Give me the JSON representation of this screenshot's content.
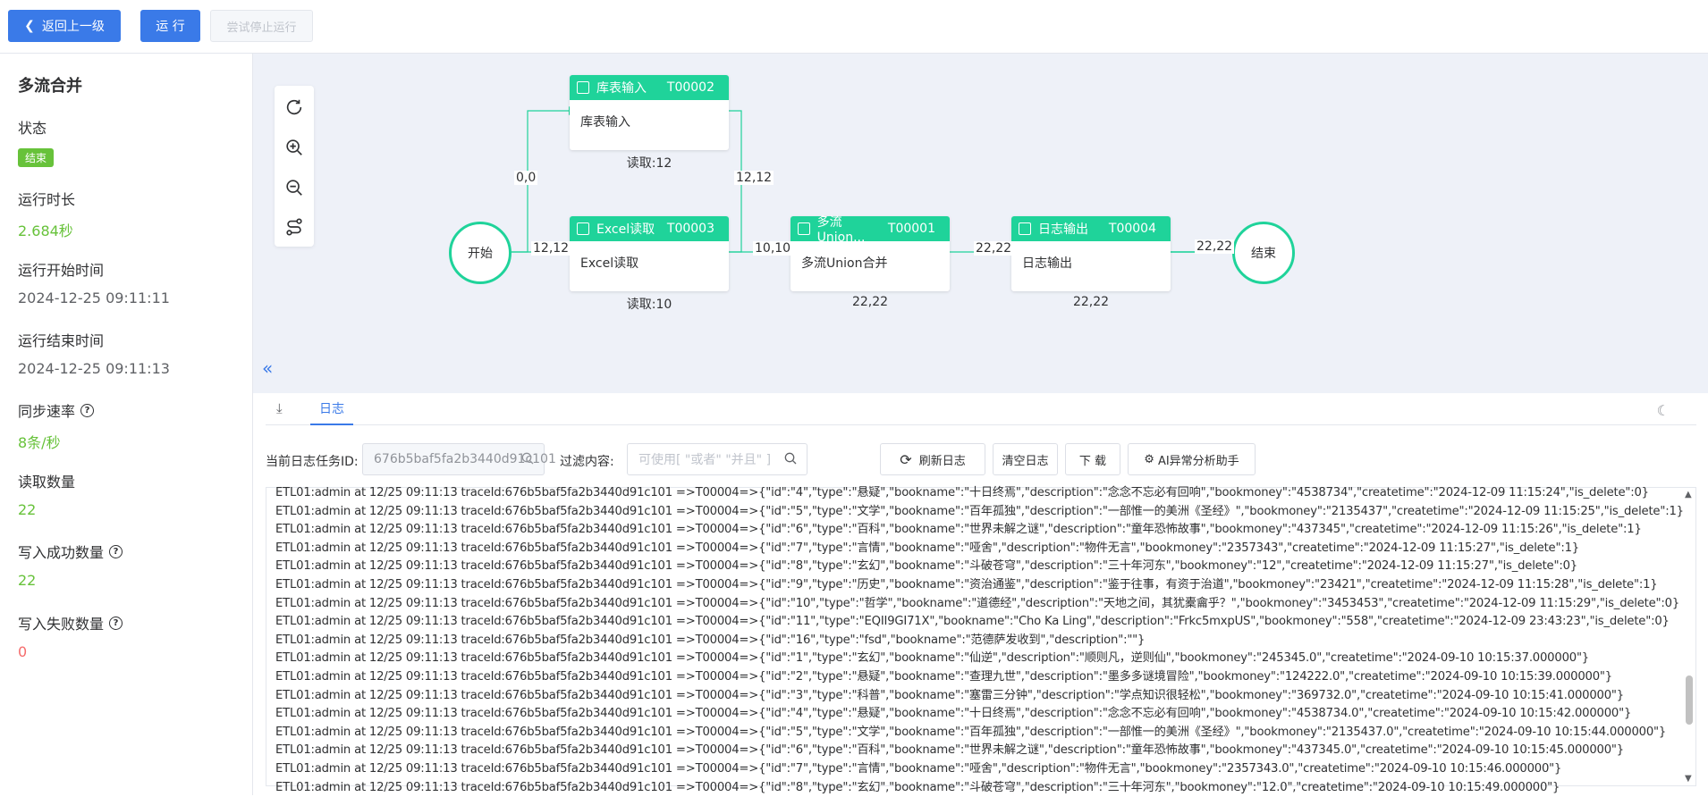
{
  "toolbar": {
    "back_label": "返回上一级",
    "run_label": "运 行",
    "stop_label": "尝试停止运行"
  },
  "sidebar": {
    "title": "多流合并",
    "status_label": "状态",
    "status_value": "结束",
    "duration_label": "运行时长",
    "duration_value": "2.684秒",
    "start_label": "运行开始时间",
    "start_value": "2024-12-25 09:11:11",
    "end_label": "运行结束时间",
    "end_value": "2024-12-25 09:11:13",
    "rate_label": "同步速率",
    "rate_value": "8条/秒",
    "read_label": "读取数量",
    "read_value": "22",
    "write_ok_label": "写入成功数量",
    "write_ok_value": "22",
    "write_fail_label": "写入失败数量",
    "write_fail_value": "0"
  },
  "flow": {
    "start": "开始",
    "end": "结束",
    "nodes": [
      {
        "title": "库表输入",
        "id": "T00002",
        "body": "库表输入",
        "foot": "读取:12"
      },
      {
        "title": "Excel读取",
        "id": "T00003",
        "body": "Excel读取",
        "foot": "读取:10"
      },
      {
        "title": "多流Union...",
        "id": "T00001",
        "body": "多流Union合并",
        "foot": "22,22"
      },
      {
        "title": "日志输出",
        "id": "T00004",
        "body": "日志输出",
        "foot": "22,22"
      }
    ],
    "edges": [
      "0,0",
      "12,12",
      "12,12",
      "10,10",
      "22,22",
      "22,22"
    ]
  },
  "log": {
    "tab_label": "日志",
    "task_id_label": "当前日志任务ID:",
    "task_id_value": "676b5baf5fa2b3440d91c101",
    "filter_label": "过滤内容:",
    "filter_placeholder": "可使用[ \"或者\" \"并且\" ]",
    "refresh_label": "刷新日志",
    "clear_label": "清空日志",
    "download_label": "下 载",
    "ai_label": "AI异常分析助手",
    "lines": [
      "ETL01:admin at 12/25 09:11:13 traceId:676b5baf5fa2b3440d91c101 =>T00004=>{\"id\":\"4\",\"type\":\"悬疑\",\"bookname\":\"十日终焉\",\"description\":\"念念不忘必有回响\",\"bookmoney\":\"4538734\",\"createtime\":\"2024-12-09 11:15:24\",\"is_delete\":0}",
      "ETL01:admin at 12/25 09:11:13 traceId:676b5baf5fa2b3440d91c101 =>T00004=>{\"id\":\"5\",\"type\":\"文学\",\"bookname\":\"百年孤独\",\"description\":\"一部惟一的美洲《圣经》\",\"bookmoney\":\"2135437\",\"createtime\":\"2024-12-09 11:15:25\",\"is_delete\":1}",
      "ETL01:admin at 12/25 09:11:13 traceId:676b5baf5fa2b3440d91c101 =>T00004=>{\"id\":\"6\",\"type\":\"百科\",\"bookname\":\"世界未解之谜\",\"description\":\"童年恐怖故事\",\"bookmoney\":\"437345\",\"createtime\":\"2024-12-09 11:15:26\",\"is_delete\":1}",
      "ETL01:admin at 12/25 09:11:13 traceId:676b5baf5fa2b3440d91c101 =>T00004=>{\"id\":\"7\",\"type\":\"言情\",\"bookname\":\"哑舍\",\"description\":\"物件无言\",\"bookmoney\":\"2357343\",\"createtime\":\"2024-12-09 11:15:27\",\"is_delete\":1}",
      "ETL01:admin at 12/25 09:11:13 traceId:676b5baf5fa2b3440d91c101 =>T00004=>{\"id\":\"8\",\"type\":\"玄幻\",\"bookname\":\"斗破苍穹\",\"description\":\"三十年河东\",\"bookmoney\":\"12\",\"createtime\":\"2024-12-09 11:15:27\",\"is_delete\":0}",
      "ETL01:admin at 12/25 09:11:13 traceId:676b5baf5fa2b3440d91c101 =>T00004=>{\"id\":\"9\",\"type\":\"历史\",\"bookname\":\"资治通鉴\",\"description\":\"鉴于往事，有资于治道\",\"bookmoney\":\"23421\",\"createtime\":\"2024-12-09 11:15:28\",\"is_delete\":1}",
      "ETL01:admin at 12/25 09:11:13 traceId:676b5baf5fa2b3440d91c101 =>T00004=>{\"id\":\"10\",\"type\":\"哲学\",\"bookname\":\"道德经\",\"description\":\"天地之间，其犹橐龠乎？\",\"bookmoney\":\"3453453\",\"createtime\":\"2024-12-09 11:15:29\",\"is_delete\":0}",
      "ETL01:admin at 12/25 09:11:13 traceId:676b5baf5fa2b3440d91c101 =>T00004=>{\"id\":\"11\",\"type\":\"EQII9GI71X\",\"bookname\":\"Cho Ka Ling\",\"description\":\"Frkc5mxpUS\",\"bookmoney\":\"558\",\"createtime\":\"2024-12-09 23:43:23\",\"is_delete\":0}",
      "ETL01:admin at 12/25 09:11:13 traceId:676b5baf5fa2b3440d91c101 =>T00004=>{\"id\":\"16\",\"type\":\"fsd\",\"bookname\":\"范德萨发收到\",\"description\":\"\"}",
      "ETL01:admin at 12/25 09:11:13 traceId:676b5baf5fa2b3440d91c101 =>T00004=>{\"id\":\"1\",\"type\":\"玄幻\",\"bookname\":\"仙逆\",\"description\":\"顺则凡，逆则仙\",\"bookmoney\":\"245345.0\",\"createtime\":\"2024-09-10 10:15:37.000000\"}",
      "ETL01:admin at 12/25 09:11:13 traceId:676b5baf5fa2b3440d91c101 =>T00004=>{\"id\":\"2\",\"type\":\"悬疑\",\"bookname\":\"查理九世\",\"description\":\"墨多多谜境冒险\",\"bookmoney\":\"124222.0\",\"createtime\":\"2024-09-10 10:15:39.000000\"}",
      "ETL01:admin at 12/25 09:11:13 traceId:676b5baf5fa2b3440d91c101 =>T00004=>{\"id\":\"3\",\"type\":\"科普\",\"bookname\":\"塞雷三分钟\",\"description\":\"学点知识很轻松\",\"bookmoney\":\"369732.0\",\"createtime\":\"2024-09-10 10:15:41.000000\"}",
      "ETL01:admin at 12/25 09:11:13 traceId:676b5baf5fa2b3440d91c101 =>T00004=>{\"id\":\"4\",\"type\":\"悬疑\",\"bookname\":\"十日终焉\",\"description\":\"念念不忘必有回响\",\"bookmoney\":\"4538734.0\",\"createtime\":\"2024-09-10 10:15:42.000000\"}",
      "ETL01:admin at 12/25 09:11:13 traceId:676b5baf5fa2b3440d91c101 =>T00004=>{\"id\":\"5\",\"type\":\"文学\",\"bookname\":\"百年孤独\",\"description\":\"一部惟一的美洲《圣经》\",\"bookmoney\":\"2135437.0\",\"createtime\":\"2024-09-10 10:15:44.000000\"}",
      "ETL01:admin at 12/25 09:11:13 traceId:676b5baf5fa2b3440d91c101 =>T00004=>{\"id\":\"6\",\"type\":\"百科\",\"bookname\":\"世界未解之谜\",\"description\":\"童年恐怖故事\",\"bookmoney\":\"437345.0\",\"createtime\":\"2024-09-10 10:15:45.000000\"}",
      "ETL01:admin at 12/25 09:11:13 traceId:676b5baf5fa2b3440d91c101 =>T00004=>{\"id\":\"7\",\"type\":\"言情\",\"bookname\":\"哑舍\",\"description\":\"物件无言\",\"bookmoney\":\"2357343.0\",\"createtime\":\"2024-09-10 10:15:46.000000\"}",
      "ETL01:admin at 12/25 09:11:13 traceId:676b5baf5fa2b3440d91c101 =>T00004=>{\"id\":\"8\",\"type\":\"玄幻\",\"bookname\":\"斗破苍穹\",\"description\":\"三十年河东\",\"bookmoney\":\"12.0\",\"createtime\":\"2024-09-10 10:15:49.000000\"}"
    ]
  },
  "colors": {
    "primary": "#3a7ae8",
    "node_header": "#1fd39a",
    "success": "#67c23a",
    "danger": "#f56c6c"
  }
}
